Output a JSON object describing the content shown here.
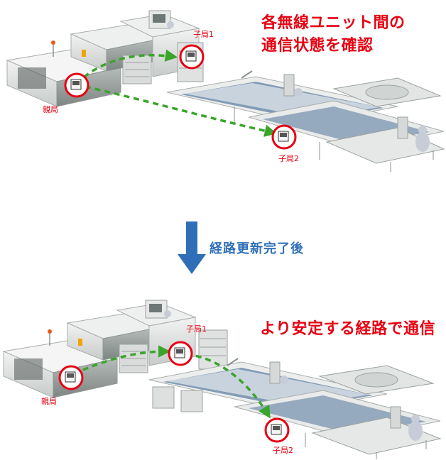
{
  "top": {
    "headline_line1": "各無線ユニット間の",
    "headline_line2": "通信状態を確認",
    "parent_label": "親局",
    "child1_label": "子局1",
    "child2_label": "子局2"
  },
  "transition": {
    "label": "経路更新完了後",
    "arrow_color": "#2e6fb7"
  },
  "bottom": {
    "headline": "より安定する経路で通信",
    "parent_label": "親局",
    "child1_label": "子局1",
    "child2_label": "子局2"
  },
  "colors": {
    "accent_red": "#e60012",
    "link_green": "#3aa52a",
    "machine_light": "#e3e5e4",
    "machine_dark": "#9aa2a0"
  }
}
